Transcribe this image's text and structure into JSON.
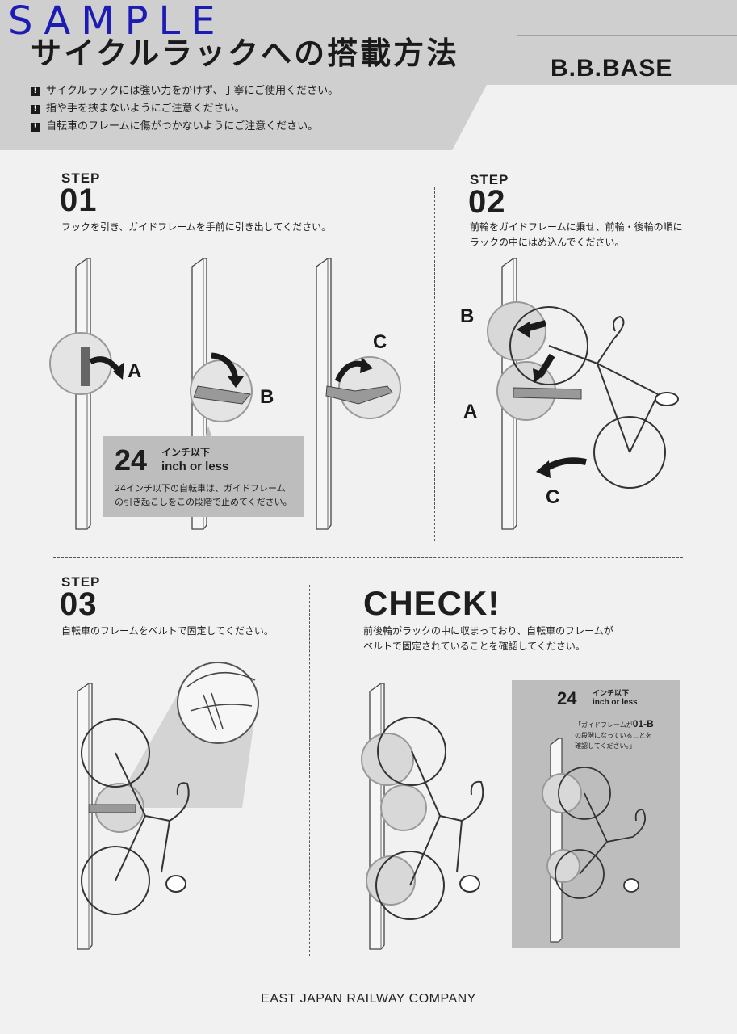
{
  "watermark": "SAMPLE",
  "header": {
    "title": "サイクルラックへの搭載方法",
    "brand": "B.B.BASE",
    "notes": [
      "サイクルラックには強い力をかけず、丁寧にご使用ください。",
      "指や手を挟まないようにご注意ください。",
      "自転車のフレームに傷がつかないようにご注意ください。"
    ]
  },
  "step1": {
    "label": "STEP",
    "number": "01",
    "text": "フックを引き、ガイドフレームを手前に引き出してください。",
    "letters": [
      "A",
      "B",
      "C"
    ],
    "callout": {
      "big": "24",
      "jp": "インチ以下",
      "en": "inch or less",
      "body_line1": "24インチ以下の自転車は、ガイドフレーム",
      "body_line2": "の引き起こしをこの段階で止めてください。"
    }
  },
  "step2": {
    "label": "STEP",
    "number": "02",
    "text_line1": "前輪をガイドフレームに乗せ、前輪・後輪の順に",
    "text_line2": "ラックの中にはめ込んでください。",
    "letters": [
      "B",
      "A",
      "C"
    ]
  },
  "step3": {
    "label": "STEP",
    "number": "03",
    "text": "自転車のフレームをベルトで固定してください。"
  },
  "check": {
    "title": "CHECK!",
    "text_line1": "前後輪がラックの中に収まっており、自転車のフレームが",
    "text_line2": "ベルトで固定されていることを確認してください。",
    "inset": {
      "big": "24",
      "jp": "インチ以下",
      "en": "inch or less",
      "note_line1_pre": "「ガイドフレームが",
      "note_line1_em": "01-B",
      "note_line2": "の段階になっていることを",
      "note_line3": "確認してください。」"
    }
  },
  "footer": "EAST JAPAN RAILWAY COMPANY"
}
